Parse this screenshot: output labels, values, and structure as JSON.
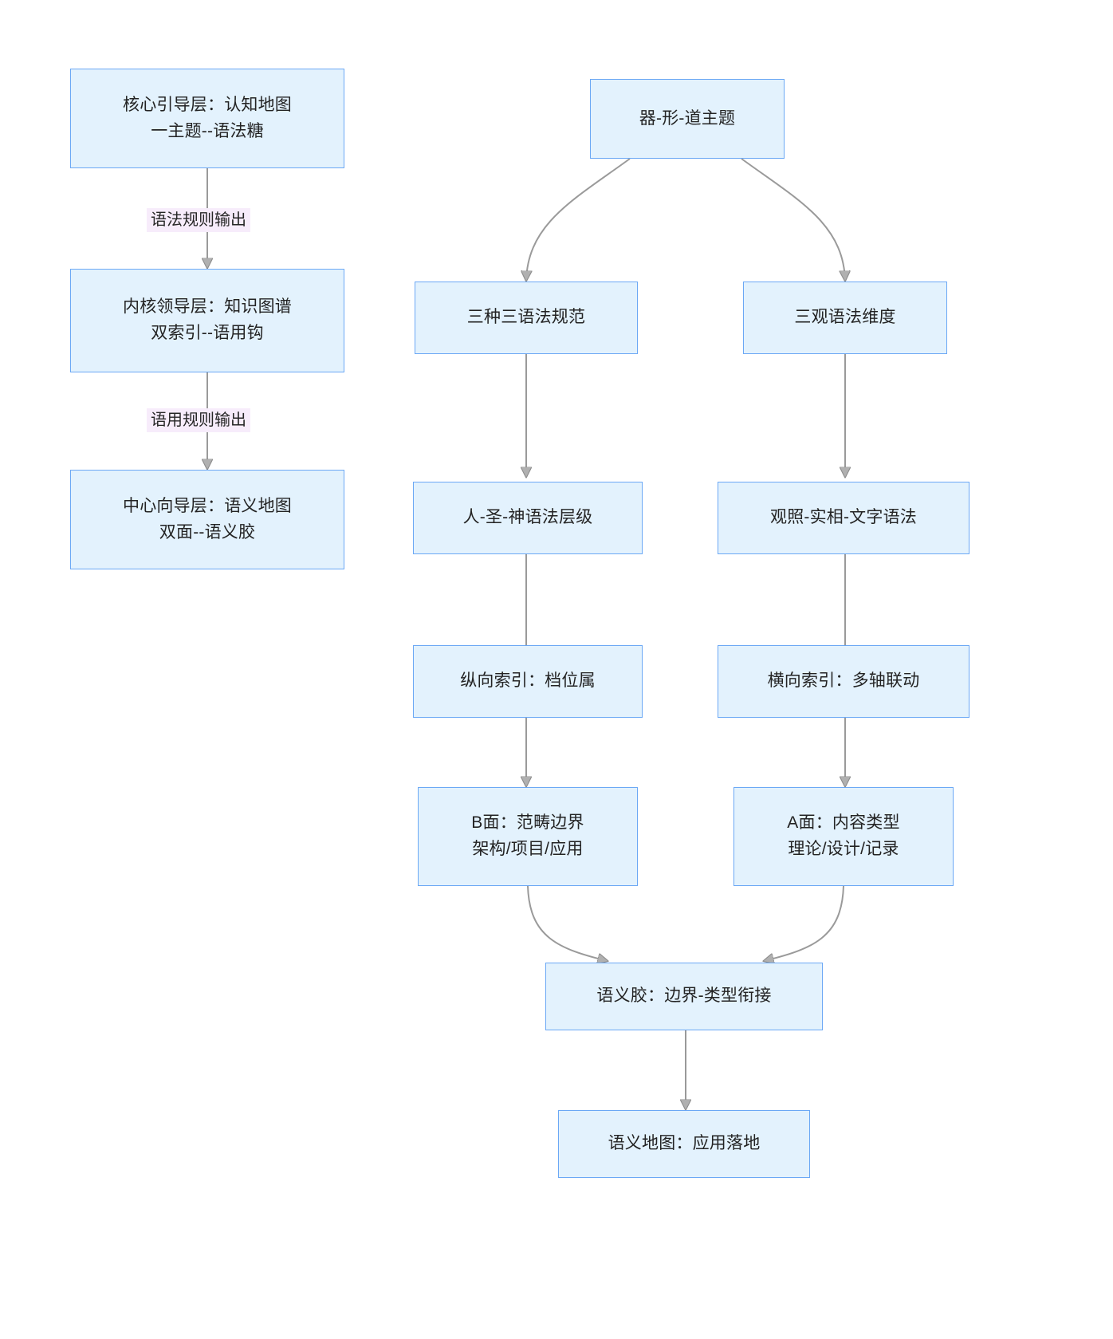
{
  "diagram": {
    "type": "flowchart",
    "title": "",
    "background_color": "#ffffff",
    "node_fill_color": "#e3f2fd",
    "node_border_color": "#6ba8f5",
    "edge_color": "#9a9a9a",
    "edge_label_background": "#f7ecfb",
    "nodes": [
      {
        "id": "n1",
        "label": "核心引导层：认知地图\n一主题--语法糖"
      },
      {
        "id": "n2",
        "label": "内核领导层：知识图谱\n双索引--语用钩"
      },
      {
        "id": "n3",
        "label": "中心向导层：语义地图\n双面--语义胶"
      },
      {
        "id": "n4",
        "label": "器-形-道主题"
      },
      {
        "id": "n5",
        "label": "三种三语法规范"
      },
      {
        "id": "n6",
        "label": "三观语法维度"
      },
      {
        "id": "n7",
        "label": "人-圣-神语法层级"
      },
      {
        "id": "n8",
        "label": "观照-实相-文字语法"
      },
      {
        "id": "n9",
        "label": "纵向索引：档位属"
      },
      {
        "id": "n10",
        "label": "横向索引：多轴联动"
      },
      {
        "id": "n11",
        "label": "B面：范畴边界\n架构/项目/应用"
      },
      {
        "id": "n12",
        "label": "A面：内容类型\n理论/设计/记录"
      },
      {
        "id": "n13",
        "label": "语义胶：边界-类型衔接"
      },
      {
        "id": "n14",
        "label": "语义地图：应用落地"
      }
    ],
    "edge_labels": [
      {
        "id": "e1",
        "label": "语法规则输出"
      },
      {
        "id": "e2",
        "label": "语用规则输出"
      }
    ]
  }
}
